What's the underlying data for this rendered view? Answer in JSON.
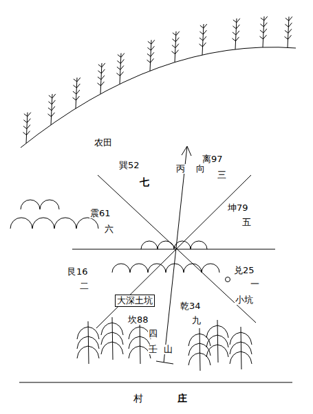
{
  "diagram": {
    "nodes": [
      {
        "text": [
          "大深土坑"
        ]
      }
    ],
    "labels": [
      "农田",
      "巽52",
      "七",
      "丙",
      "向",
      "离97",
      "三",
      "震61",
      "六",
      "坤79",
      "五",
      "艮16",
      "二",
      "兑25",
      "一",
      "小坑",
      "坎88",
      "四",
      "乾34",
      "九",
      "壬",
      "山",
      "村",
      "庄"
    ]
  }
}
